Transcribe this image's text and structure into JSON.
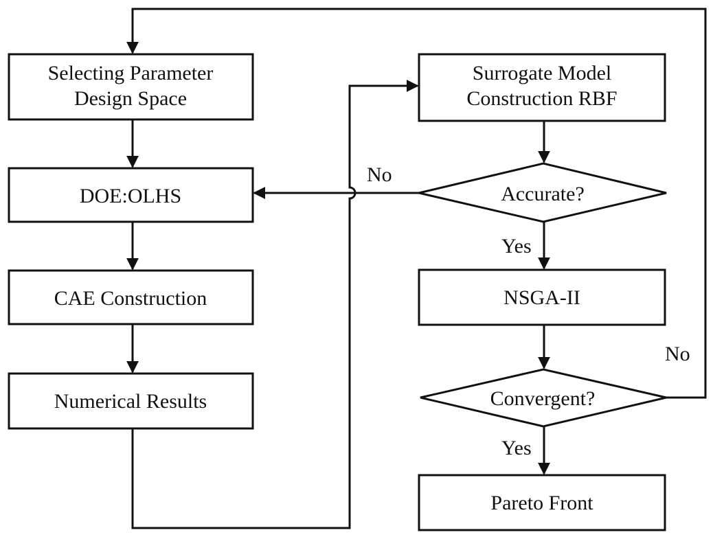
{
  "diagram": {
    "boxes": {
      "selecting_line1": "Selecting Parameter",
      "selecting_line2": "Design Space",
      "doe": "DOE:OLHS",
      "cae": "CAE Construction",
      "numerical": "Numerical Results",
      "surrogate_line1": "Surrogate Model",
      "surrogate_line2": "Construction RBF",
      "nsga": "NSGA-II",
      "pareto": "Pareto Front"
    },
    "decisions": {
      "accurate": "Accurate?",
      "convergent": "Convergent?"
    },
    "edge_labels": {
      "accurate_no": "No",
      "accurate_yes": "Yes",
      "convergent_no": "No",
      "convergent_yes": "Yes"
    }
  }
}
